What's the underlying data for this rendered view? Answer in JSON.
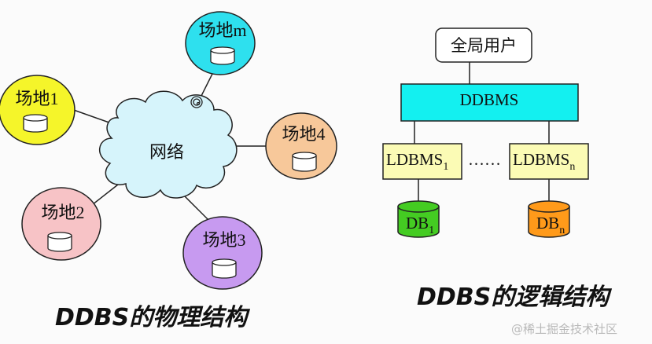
{
  "physical": {
    "network_label": "网络",
    "sites": [
      {
        "name": "site-m",
        "label": "场地m",
        "color": "#2ee0ee"
      },
      {
        "name": "site-1",
        "label": "场地1",
        "color": "#f5f52a"
      },
      {
        "name": "site-4",
        "label": "场地4",
        "color": "#f7c89a"
      },
      {
        "name": "site-2",
        "label": "场地2",
        "color": "#f7c3c6"
      },
      {
        "name": "site-3",
        "label": "场地3",
        "color": "#c79af0"
      }
    ],
    "caption": "DDBS的物理结构"
  },
  "logical": {
    "global_user": "全局用户",
    "ddbms": "DDBMS",
    "ldbms_1": {
      "base": "LDBMS",
      "sub": "1"
    },
    "ellipsis": "……",
    "ldbms_n": {
      "base": "LDBMS",
      "sub": "n"
    },
    "db_1": {
      "base": "DB",
      "sub": "1",
      "color": "#44cc22"
    },
    "db_n": {
      "base": "DB",
      "sub": "n",
      "color": "#ff9a1a"
    },
    "caption": "DDBS的逻辑结构"
  },
  "colors": {
    "ddbms_fill": "#13f0f0",
    "ldbms_fill": "#fbfbb5",
    "cloud_fill": "#d6f4fb"
  },
  "watermark": "@稀土掘金技术社区"
}
